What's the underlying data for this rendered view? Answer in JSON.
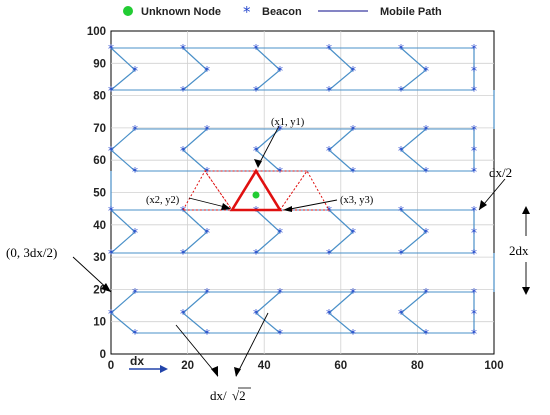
{
  "legend": {
    "unknown_node": "Unknown Node",
    "beacon": "Beacon",
    "mobile_path": "Mobile Path"
  },
  "axes": {
    "x_ticks": [
      "0",
      "20",
      "40",
      "60",
      "80",
      "100"
    ],
    "y_ticks": [
      "0",
      "10",
      "20",
      "30",
      "40",
      "50",
      "60",
      "70",
      "80",
      "90",
      "100"
    ]
  },
  "annotations": {
    "dx": "dx",
    "dx_over_2": "dx/2",
    "two_dx": "2dx",
    "origin_point": "(0, 3dx/2)",
    "dx_over_sqrt2_prefix": "dx/",
    "dx_over_sqrt2_radical": "√2",
    "p1": "(x1, y1)",
    "p2": "(x2, y2)",
    "p3": "(x3, y3)"
  },
  "colors": {
    "path": "#4a90c8",
    "beacon": "#2244cc",
    "unknown_node": "#22cc33",
    "triangle": "#e01010",
    "grid": "#d0d0d0"
  }
}
